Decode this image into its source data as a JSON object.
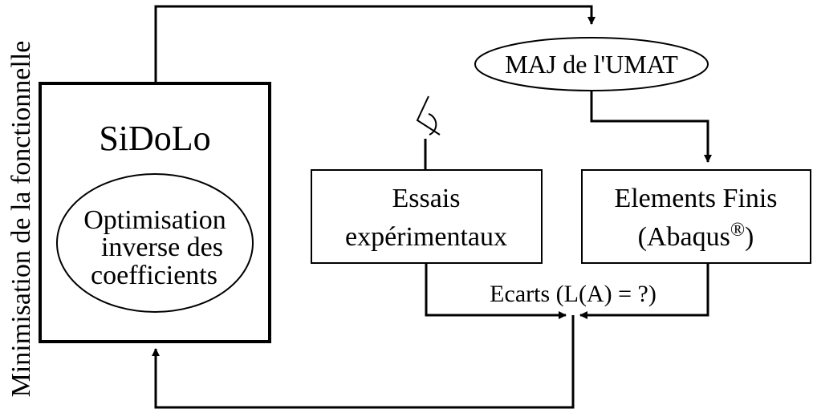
{
  "diagram": {
    "side_label": "Minimisation de la fonctionnelle",
    "sidolo": {
      "title": "SiDoLo",
      "ellipse_lines": [
        "Optimisation",
        "inverse des",
        "coefficients"
      ]
    },
    "maj_umat": "MAJ de l'UMAT",
    "essais": {
      "lines": [
        "Essais",
        "expérimentaux"
      ]
    },
    "elements_finis": {
      "line1": "Elements Finis",
      "line2": "(Abaqus",
      "registered_mark": "®",
      "line2_close": ")"
    },
    "ecarts": "Ecarts (L(A) = ?)",
    "colors": {
      "stroke": "#000000",
      "background": "#ffffff"
    }
  }
}
